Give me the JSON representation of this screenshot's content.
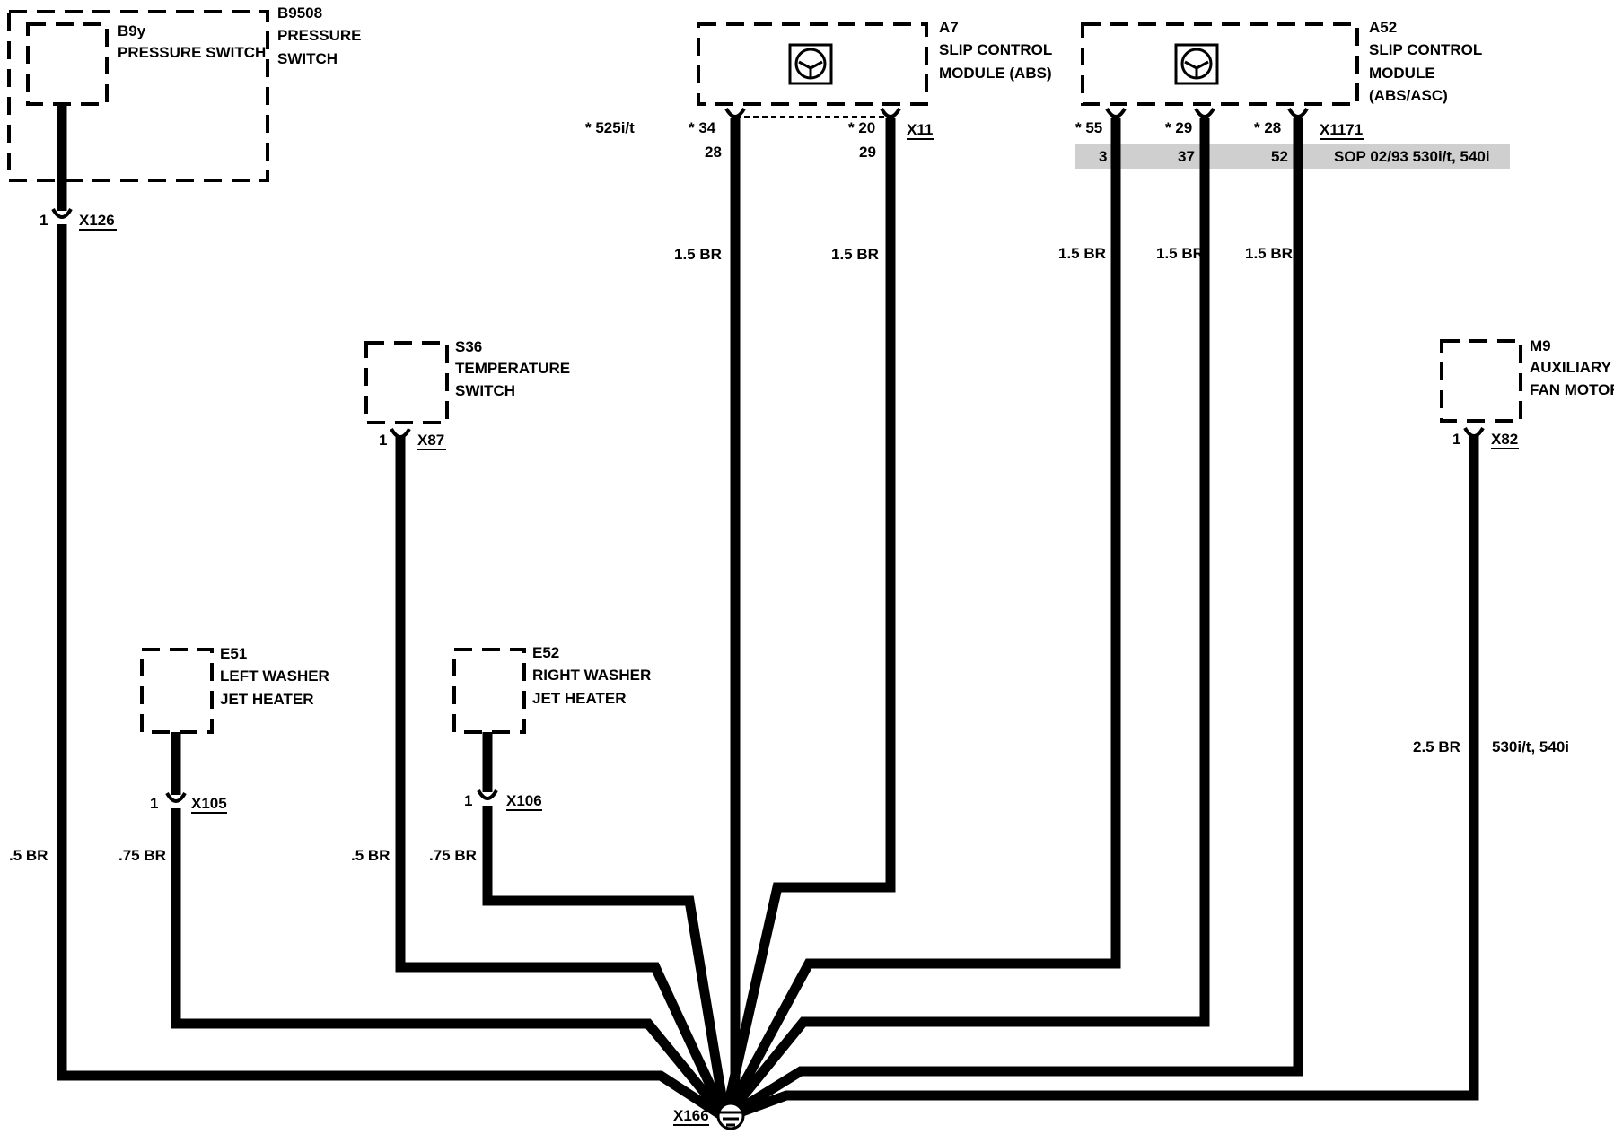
{
  "components": {
    "b9508": {
      "id": "B9508",
      "line1": "PRESSURE",
      "line2": "SWITCH"
    },
    "b9y": {
      "id": "B9y",
      "line1": "PRESSURE SWITCH"
    },
    "a7": {
      "id": "A7",
      "line1": "SLIP CONTROL",
      "line2": "MODULE (ABS)"
    },
    "a52": {
      "id": "A52",
      "line1": "SLIP CONTROL",
      "line2": "MODULE",
      "line3": "(ABS/ASC)"
    },
    "s36": {
      "id": "S36",
      "line1": "TEMPERATURE",
      "line2": "SWITCH"
    },
    "m9": {
      "id": "M9",
      "line1": "AUXILIARY",
      "line2": "FAN MOTOR"
    },
    "e51": {
      "id": "E51",
      "line1": "LEFT WASHER",
      "line2": "JET HEATER"
    },
    "e52": {
      "id": "E52",
      "line1": "RIGHT WASHER",
      "line2": "JET HEATER"
    }
  },
  "connectors": {
    "x126": {
      "name": "X126",
      "pin": "1"
    },
    "x87": {
      "name": "X87",
      "pin": "1"
    },
    "x82": {
      "name": "X82",
      "pin": "1"
    },
    "x105": {
      "name": "X105",
      "pin": "1"
    },
    "x106": {
      "name": "X106",
      "pin": "1"
    },
    "x11": {
      "name": "X11",
      "pin_a": "* 34",
      "pin_b": "* 20",
      "pin_a_alt": "28",
      "pin_b_alt": "29",
      "note": "* 525i/t"
    },
    "x1171": {
      "name": "X1171",
      "pin_a": "* 55",
      "pin_b": "* 29",
      "pin_c": "* 28",
      "pin_a_alt": "3",
      "pin_b_alt": "37",
      "pin_c_alt": "52",
      "note": "SOP 02/93 530i/t, 540i"
    },
    "x166": {
      "name": "X166"
    }
  },
  "wires": {
    "b9y": ".5 BR",
    "e51": ".75 BR",
    "s36": ".5 BR",
    "e52": ".75 BR",
    "a7_34": "1.5 BR",
    "a7_20": "1.5 BR",
    "a52_55": "1.5 BR",
    "a52_29": "1.5 BR",
    "a52_28": "1.5 BR",
    "m9": "2.5 BR",
    "m9_note": "530i/t, 540i"
  },
  "colors": {
    "ink": "#000000",
    "shade": "#cfcfcf",
    "background": "#ffffff"
  },
  "icons": {
    "module": "steering-wheel-icon",
    "ground": "ground-icon"
  }
}
